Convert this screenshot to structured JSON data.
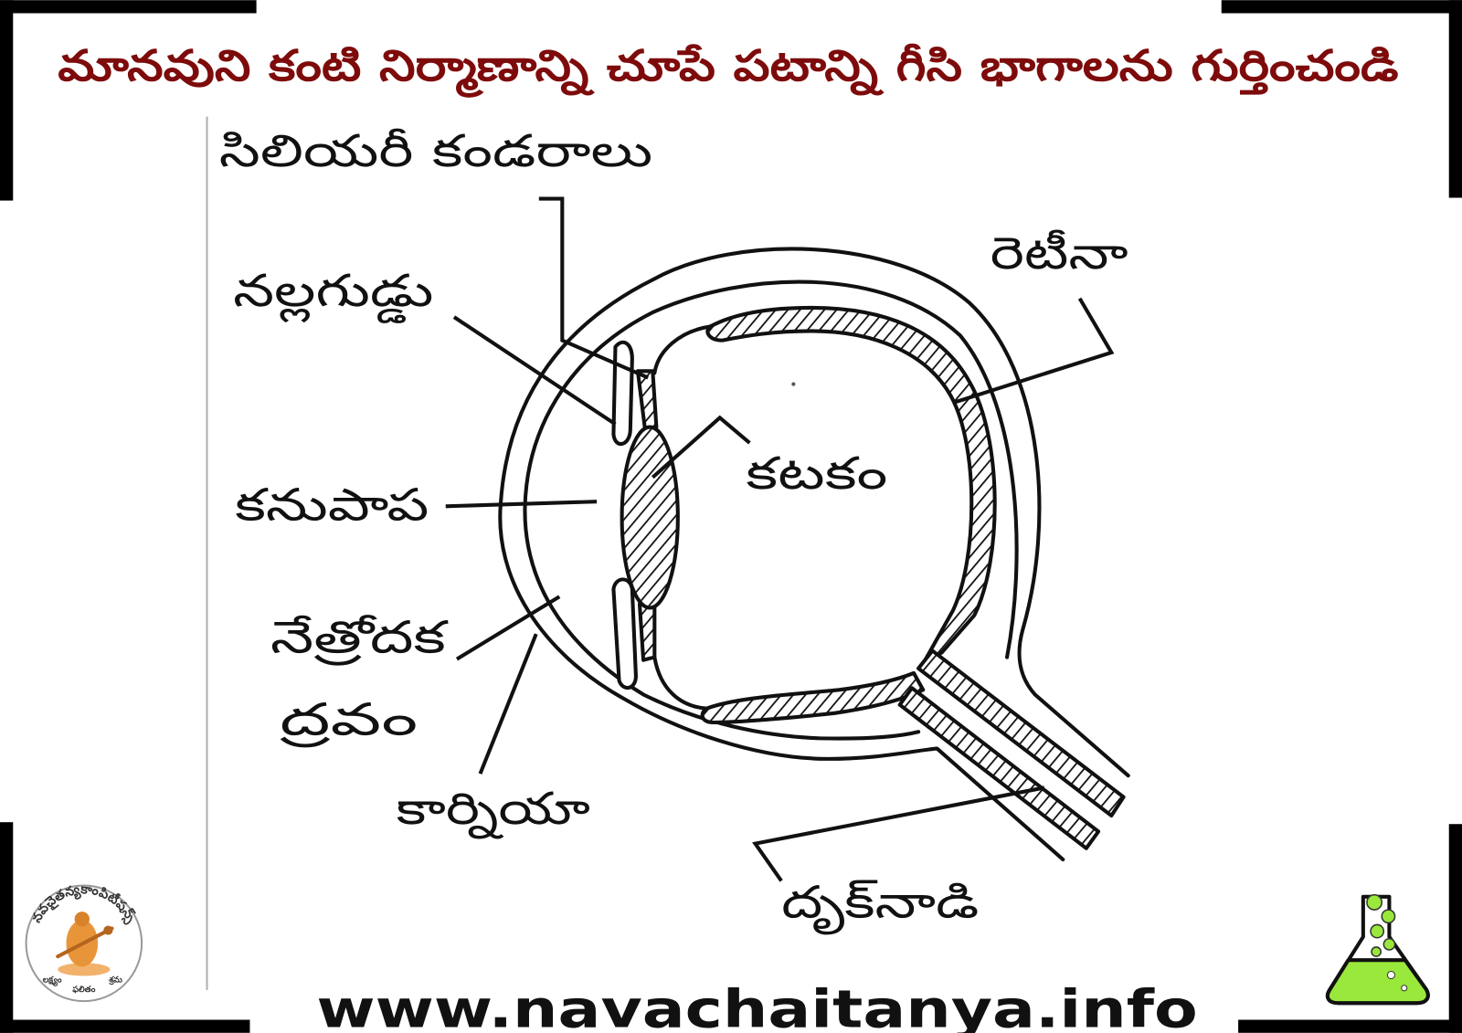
{
  "title": "మానవుని కంటి నిర్మాణాన్ని చూపే పటాన్ని గీసి భాగాలను గుర్తించండి",
  "labels": {
    "ciliary_muscles": "సిలియరీ కండరాలు",
    "iris": "నల్లగుడ్డు",
    "retina": "రెటీనా",
    "lens": "కటకం",
    "pupil": "కనుపాప",
    "aqueous_humour_line1": "నేత్రోదక",
    "aqueous_humour_line2": "ద్రవం",
    "cornea": "కార్నియా",
    "optic_nerve": "దృక్‌నాడి"
  },
  "footer": {
    "website": "www.navachaitanya.info"
  },
  "logo": {
    "ring_text": "నవచైతన్యకాంపిటీషన్స్",
    "motto_left": "లక్ష్యం",
    "motto_center": "ఫలితం",
    "motto_right": "శ్రమ"
  },
  "colors": {
    "title": "#7e0b0b",
    "frame": "#000000",
    "flask_liquid": "#9ae83b",
    "logo_figure": "#e8953a"
  },
  "icons": {
    "logo": "saraswati-emblem-icon",
    "flask": "flask-icon"
  }
}
